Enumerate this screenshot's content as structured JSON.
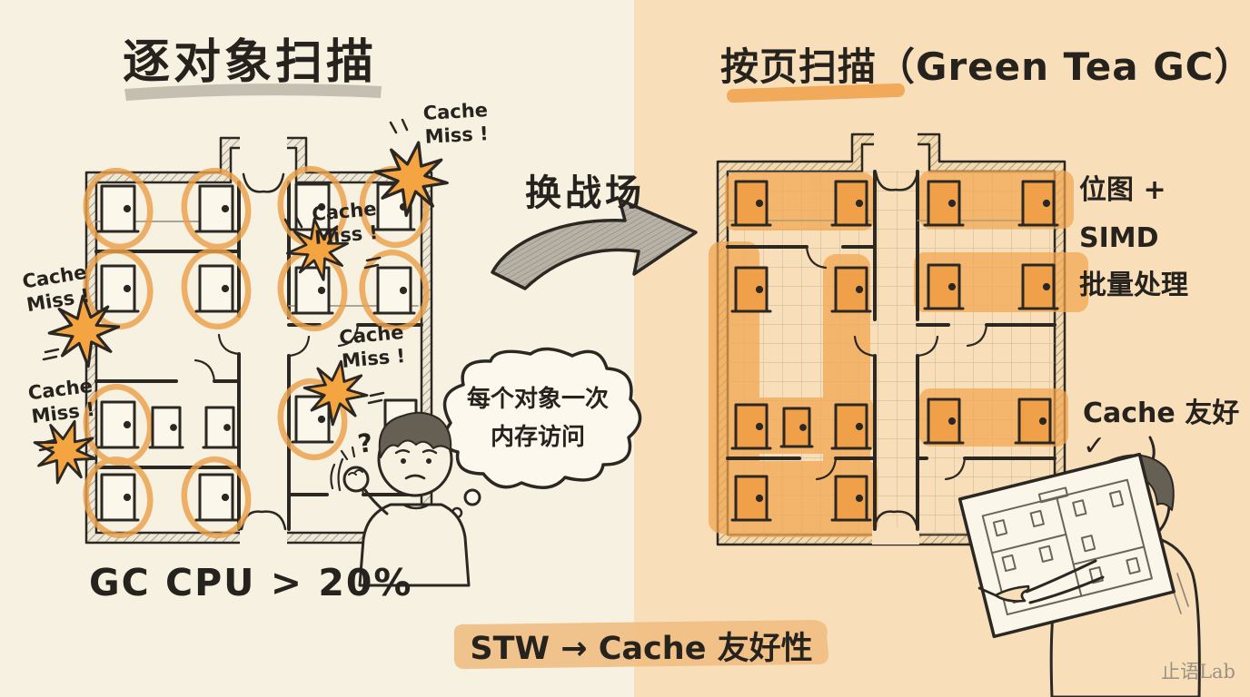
{
  "page": {
    "watermark": "止语Lab"
  },
  "colors": {
    "background_left": "#f7f1e2",
    "background_right": "#f8dfba",
    "ink": "#26231e",
    "orange_accent": "#ef9f45",
    "highlight_band": "#f0be83",
    "gray_underline": "#a39e92"
  },
  "left_panel": {
    "title": "逐对象扫描",
    "cache_miss": "Cache\nMiss !",
    "question_mark": "?",
    "thought": "每个对象一次\n内存访问",
    "stat": "GC CPU > 20%"
  },
  "transition": {
    "label": "换战场"
  },
  "right_panel": {
    "title": "按页扫描（Green Tea GC）",
    "annotation": "位图 + SIMD\n批量处理",
    "cache_friendly": "Cache 友好 ✓"
  },
  "footer": {
    "banner": "STW → Cache 友好性"
  }
}
